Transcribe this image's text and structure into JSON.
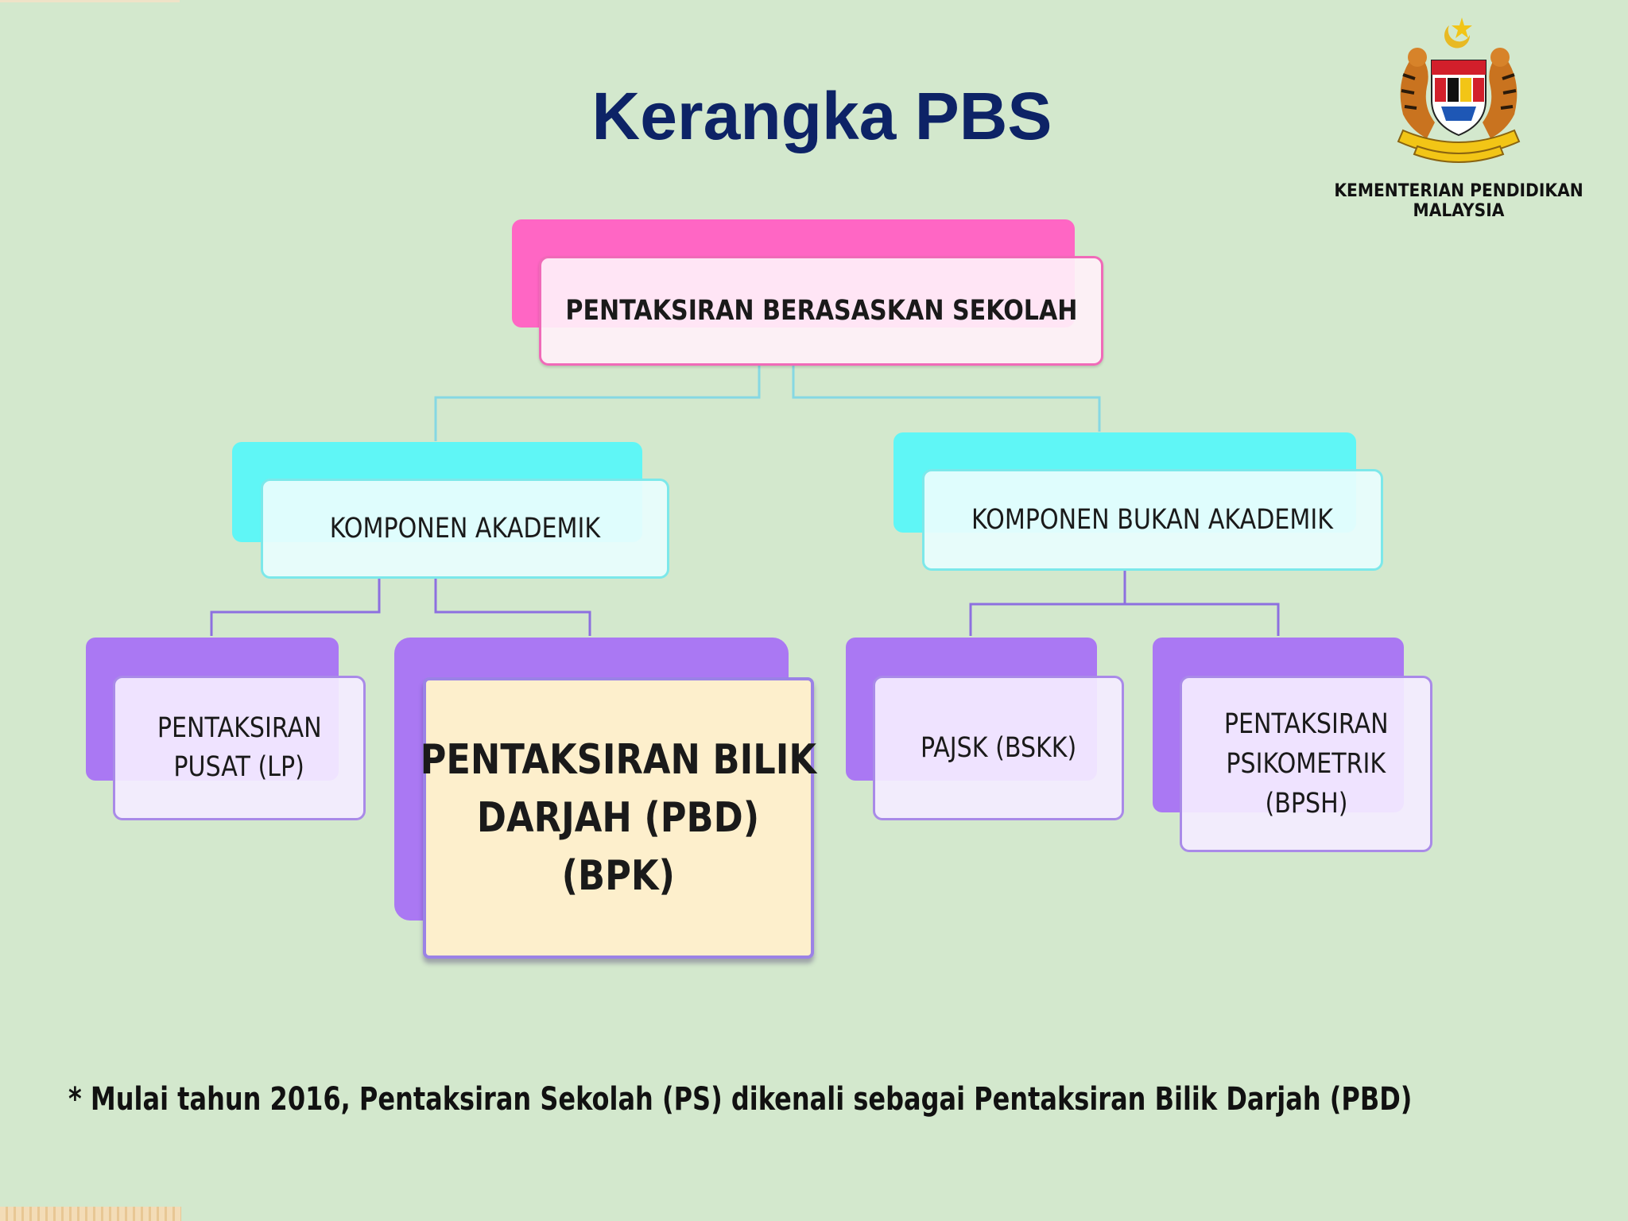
{
  "title": "Kerangka PBS",
  "ministry": "KEMENTERIAN PENDIDIKAN MALAYSIA",
  "crest_icon": "malaysia-coat-of-arms",
  "colors": {
    "background": "#d3e8cd",
    "title": "#0d2366",
    "pink": "#ff66c4",
    "cyan": "#5ff6f6",
    "purple": "#aa78f3",
    "highlight": "#fdefcc"
  },
  "diagram": {
    "root": "PENTAKSIRAN BERASASKAN SEKOLAH",
    "academic": "KOMPONEN AKADEMIK",
    "non_academic": "KOMPONEN BUKAN  AKADEMIK",
    "lp": [
      "PENTAKSIRAN",
      "PUSAT (LP)"
    ],
    "pbd": [
      "PENTAKSIRAN BILIK",
      "DARJAH (PBD)",
      "(BPK)"
    ],
    "pajsk": "PAJSK (BSKK)",
    "psikometrik": [
      "PENTAKSIRAN",
      "PSIKOMETRIK",
      "(BPSH)"
    ]
  },
  "footnote": "* Mulai tahun 2016, Pentaksiran Sekolah (PS) dikenali sebagai Pentaksiran Bilik Darjah (PBD)"
}
